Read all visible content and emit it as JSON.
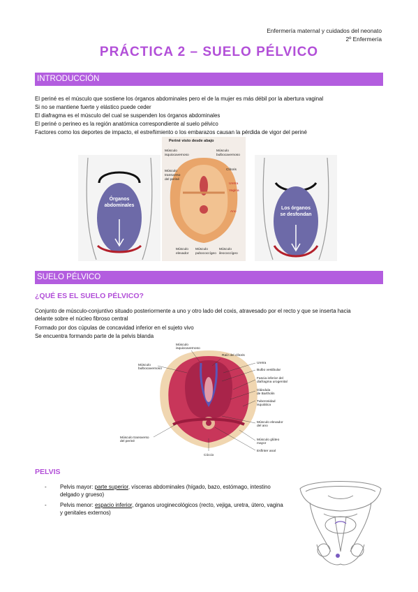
{
  "header": {
    "course": "Enfermería maternal y cuidados del neonato",
    "year": "2º Enfermería"
  },
  "title": "PRÁCTICA 2 – SUELO PÉLVICO",
  "intro": {
    "heading": "INTRODUCCIÓN",
    "lines": [
      "El periné es el músculo que sostiene los órganos abdominales pero el de la mujer es más débil por la abertura vaginal",
      "Si no se mantiene fuerte y elástico puede ceder",
      "El diafragma es el músculo del cual se suspenden los órganos abdominales",
      "El periné o perineo es la región anatómica correspondiente al suelo pélvico",
      "Factores como los deportes de impacto, el estreñimiento o los embarazos causan la pérdida de vigor del periné"
    ],
    "fig_left": {
      "label_1": "Órganos",
      "label_2": "abdominales"
    },
    "fig_mid": {
      "caption": "Periné visto desde abajo",
      "labels": {
        "isquio": [
          "Músculo",
          "isquiocavernoso"
        ],
        "bulbo": [
          "Músculo",
          "bulbocavernoso"
        ],
        "transverso": [
          "Músculo",
          "transverso",
          "del periné"
        ],
        "clitoris": "Clítoris",
        "uretra": "Uretra",
        "vagina": "Vagina",
        "ano": "Ano",
        "elevador": [
          "Músculo",
          "elevador"
        ],
        "pubococ": [
          "Músculo",
          "pubococcígeo"
        ],
        "ileococ": [
          "Músculo",
          "ileococcígeo"
        ]
      }
    },
    "fig_right": {
      "label_1": "Los órganos",
      "label_2": "se desfondan"
    }
  },
  "suelo": {
    "heading": "SUELO PÉLVICO",
    "subheading": "¿QUÉ ES EL SUELO PÉLVICO?",
    "para1": "Conjunto de músculo-conjuntivo situado posteriormente a uno y otro lado del coxis, atravesado por el recto y que se inserta hacia delante sobre el núcleo fibroso central",
    "line2": "Formado por dos cúpulas de concavidad inferior en el sujeto vivo",
    "line3": "Se encuentra formando parte de la pelvis blanda",
    "fig_labels": {
      "isquio": [
        "Músculo",
        "isquiocavernoso"
      ],
      "raiz": "Raíz del clítoris",
      "bulbocav": [
        "Músculo",
        "bulbocavernoso"
      ],
      "uretra": "Uretra",
      "bulbovest": "Bulbo vestibular",
      "fascia": [
        "Fascia inferior del",
        "diafragma urogenital"
      ],
      "bartholin": [
        "Glándula",
        "de Bartholin"
      ],
      "tuberosidad": [
        "Tuberosidad",
        "isquiática"
      ],
      "elevador": [
        "Músculo elevador",
        "del ano"
      ],
      "gluteo": [
        "Músculo glúteo",
        "mayor"
      ],
      "transverso": [
        "Músculo transverso",
        "del periné"
      ],
      "esfinter": "Esfínter anal",
      "coxis": "Cóccix"
    }
  },
  "pelvis": {
    "heading": "PELVIS",
    "mayor": {
      "dash": "-",
      "pre": "Pelvis mayor: ",
      "u": "parte superior",
      "post": ", vísceras abdominales (hígado, bazo, estómago, intestino delgado y grueso)"
    },
    "menor": {
      "dash": "-",
      "pre": "Pelvis menor: ",
      "u": "espacio inferior",
      "post": ", órganos uroginecológicos (recto, vejiga, uretra, útero, vagina y genitales externos)"
    }
  }
}
